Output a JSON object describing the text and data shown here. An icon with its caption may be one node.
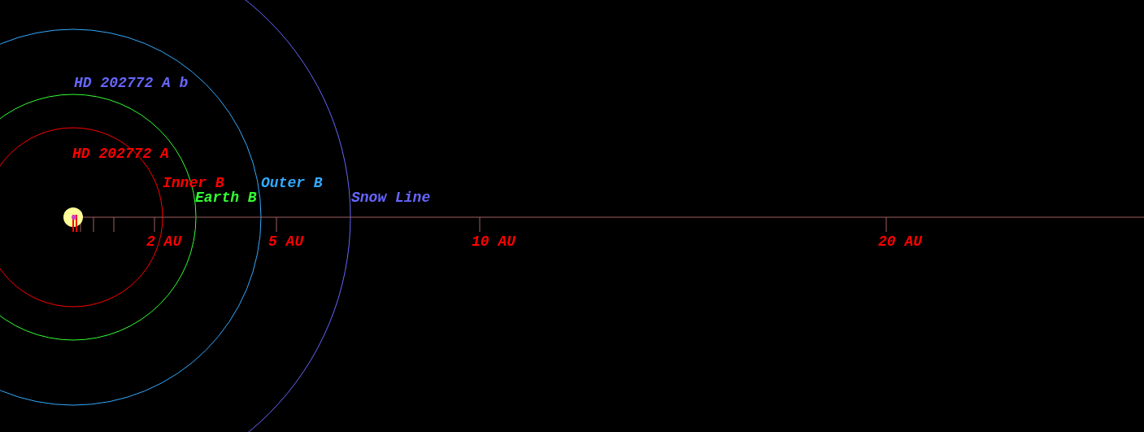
{
  "diagram": {
    "labels": [
      "HD 202772 A b",
      "HD 202772 A",
      "Inner B",
      "Outer B",
      "Earth B",
      "Snow Line",
      "2 AU",
      "5 AU",
      "10 AU",
      "20 AU"
    ]
  }
}
